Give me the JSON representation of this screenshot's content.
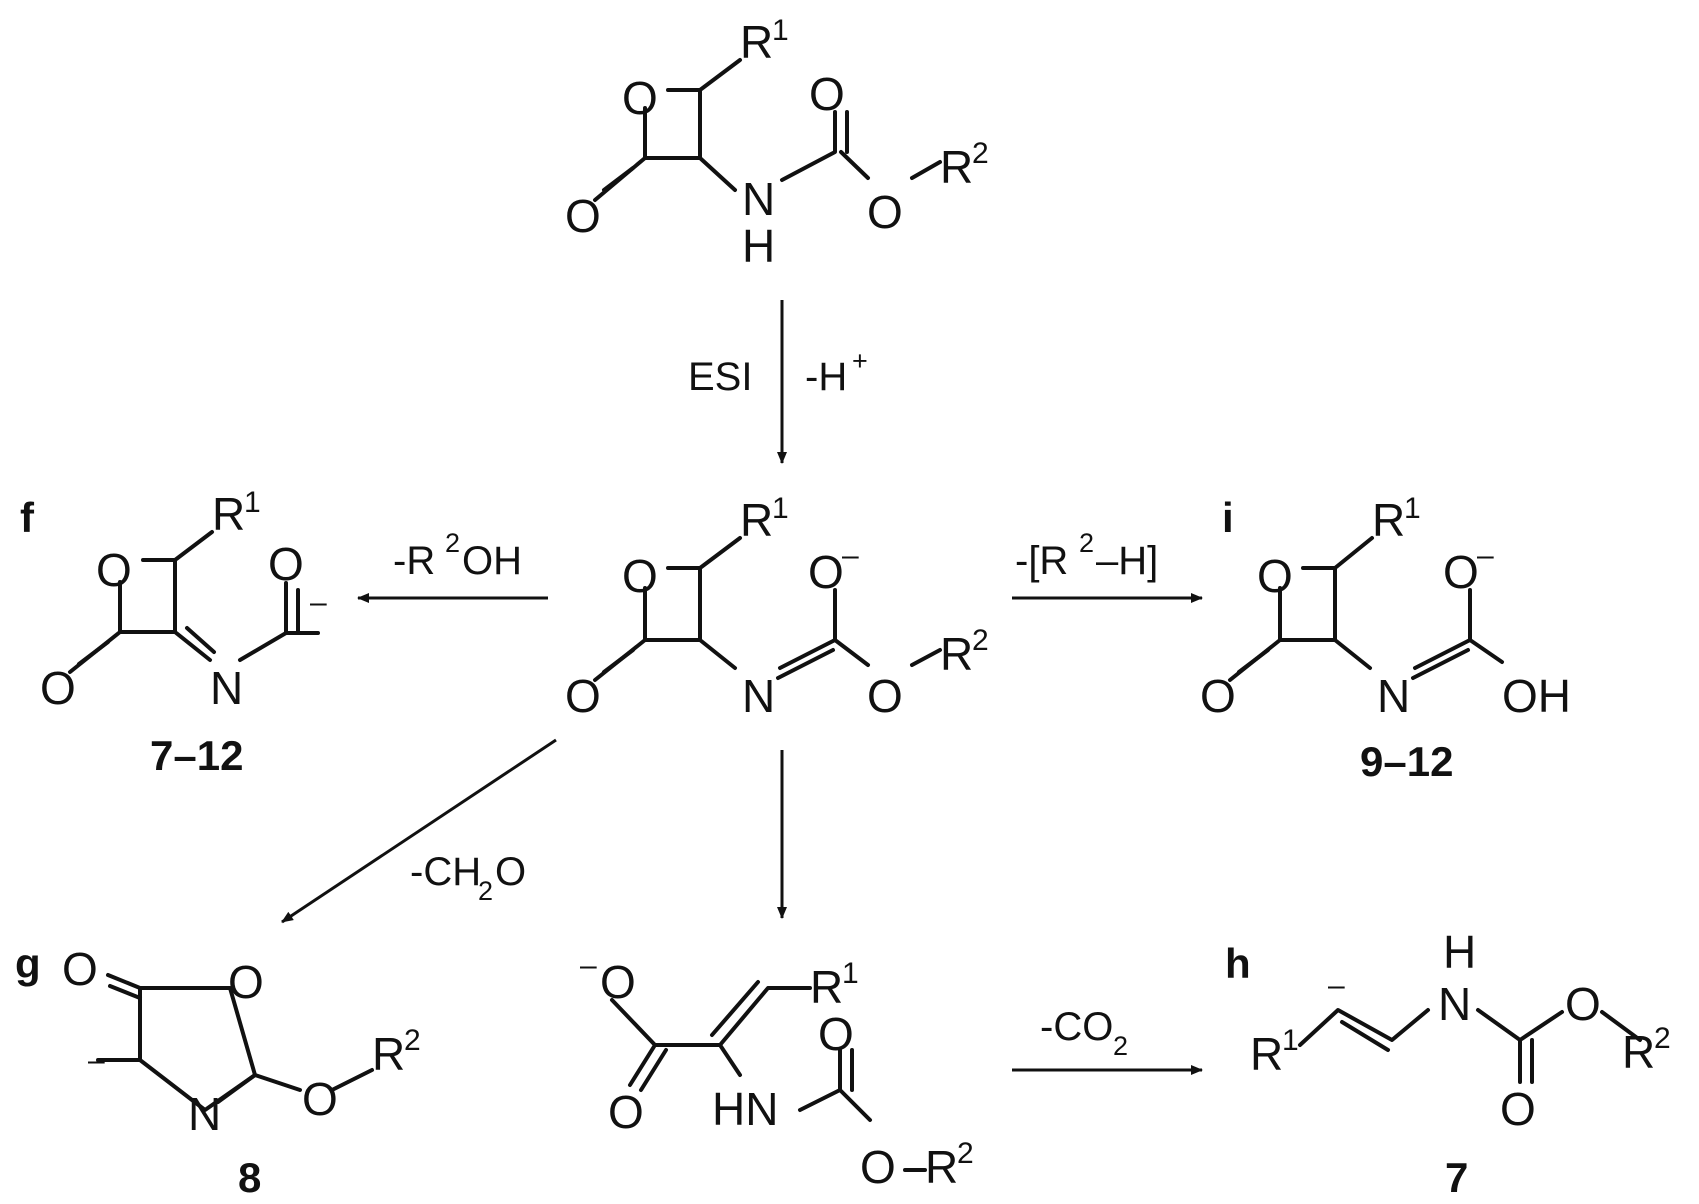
{
  "atoms": {
    "O": "O",
    "N": "N",
    "H": "H",
    "HN": "HN",
    "OH": "OH",
    "R": "R",
    "one": "1",
    "two": "2",
    "minus": "–"
  },
  "conditions": {
    "esi": "ESI",
    "minus_h_plus": "-H",
    "plus_sup": "+",
    "minus_r2oh": "-R",
    "r2oh_sup": "2",
    "r2oh_tail": "OH",
    "minus_r2h": "-[R",
    "r2h_sup": "2",
    "r2h_tail": "–H]",
    "minus_ch2o": "-CH",
    "ch2o_sub": "2",
    "ch2o_tail": "O",
    "minus_co2": "-CO",
    "co2_sub": "2"
  },
  "labels": {
    "f": "f",
    "g": "g",
    "h": "h",
    "i": "i",
    "range_f": "7–12",
    "range_i": "9–12",
    "num_g": "8",
    "num_h": "7"
  }
}
